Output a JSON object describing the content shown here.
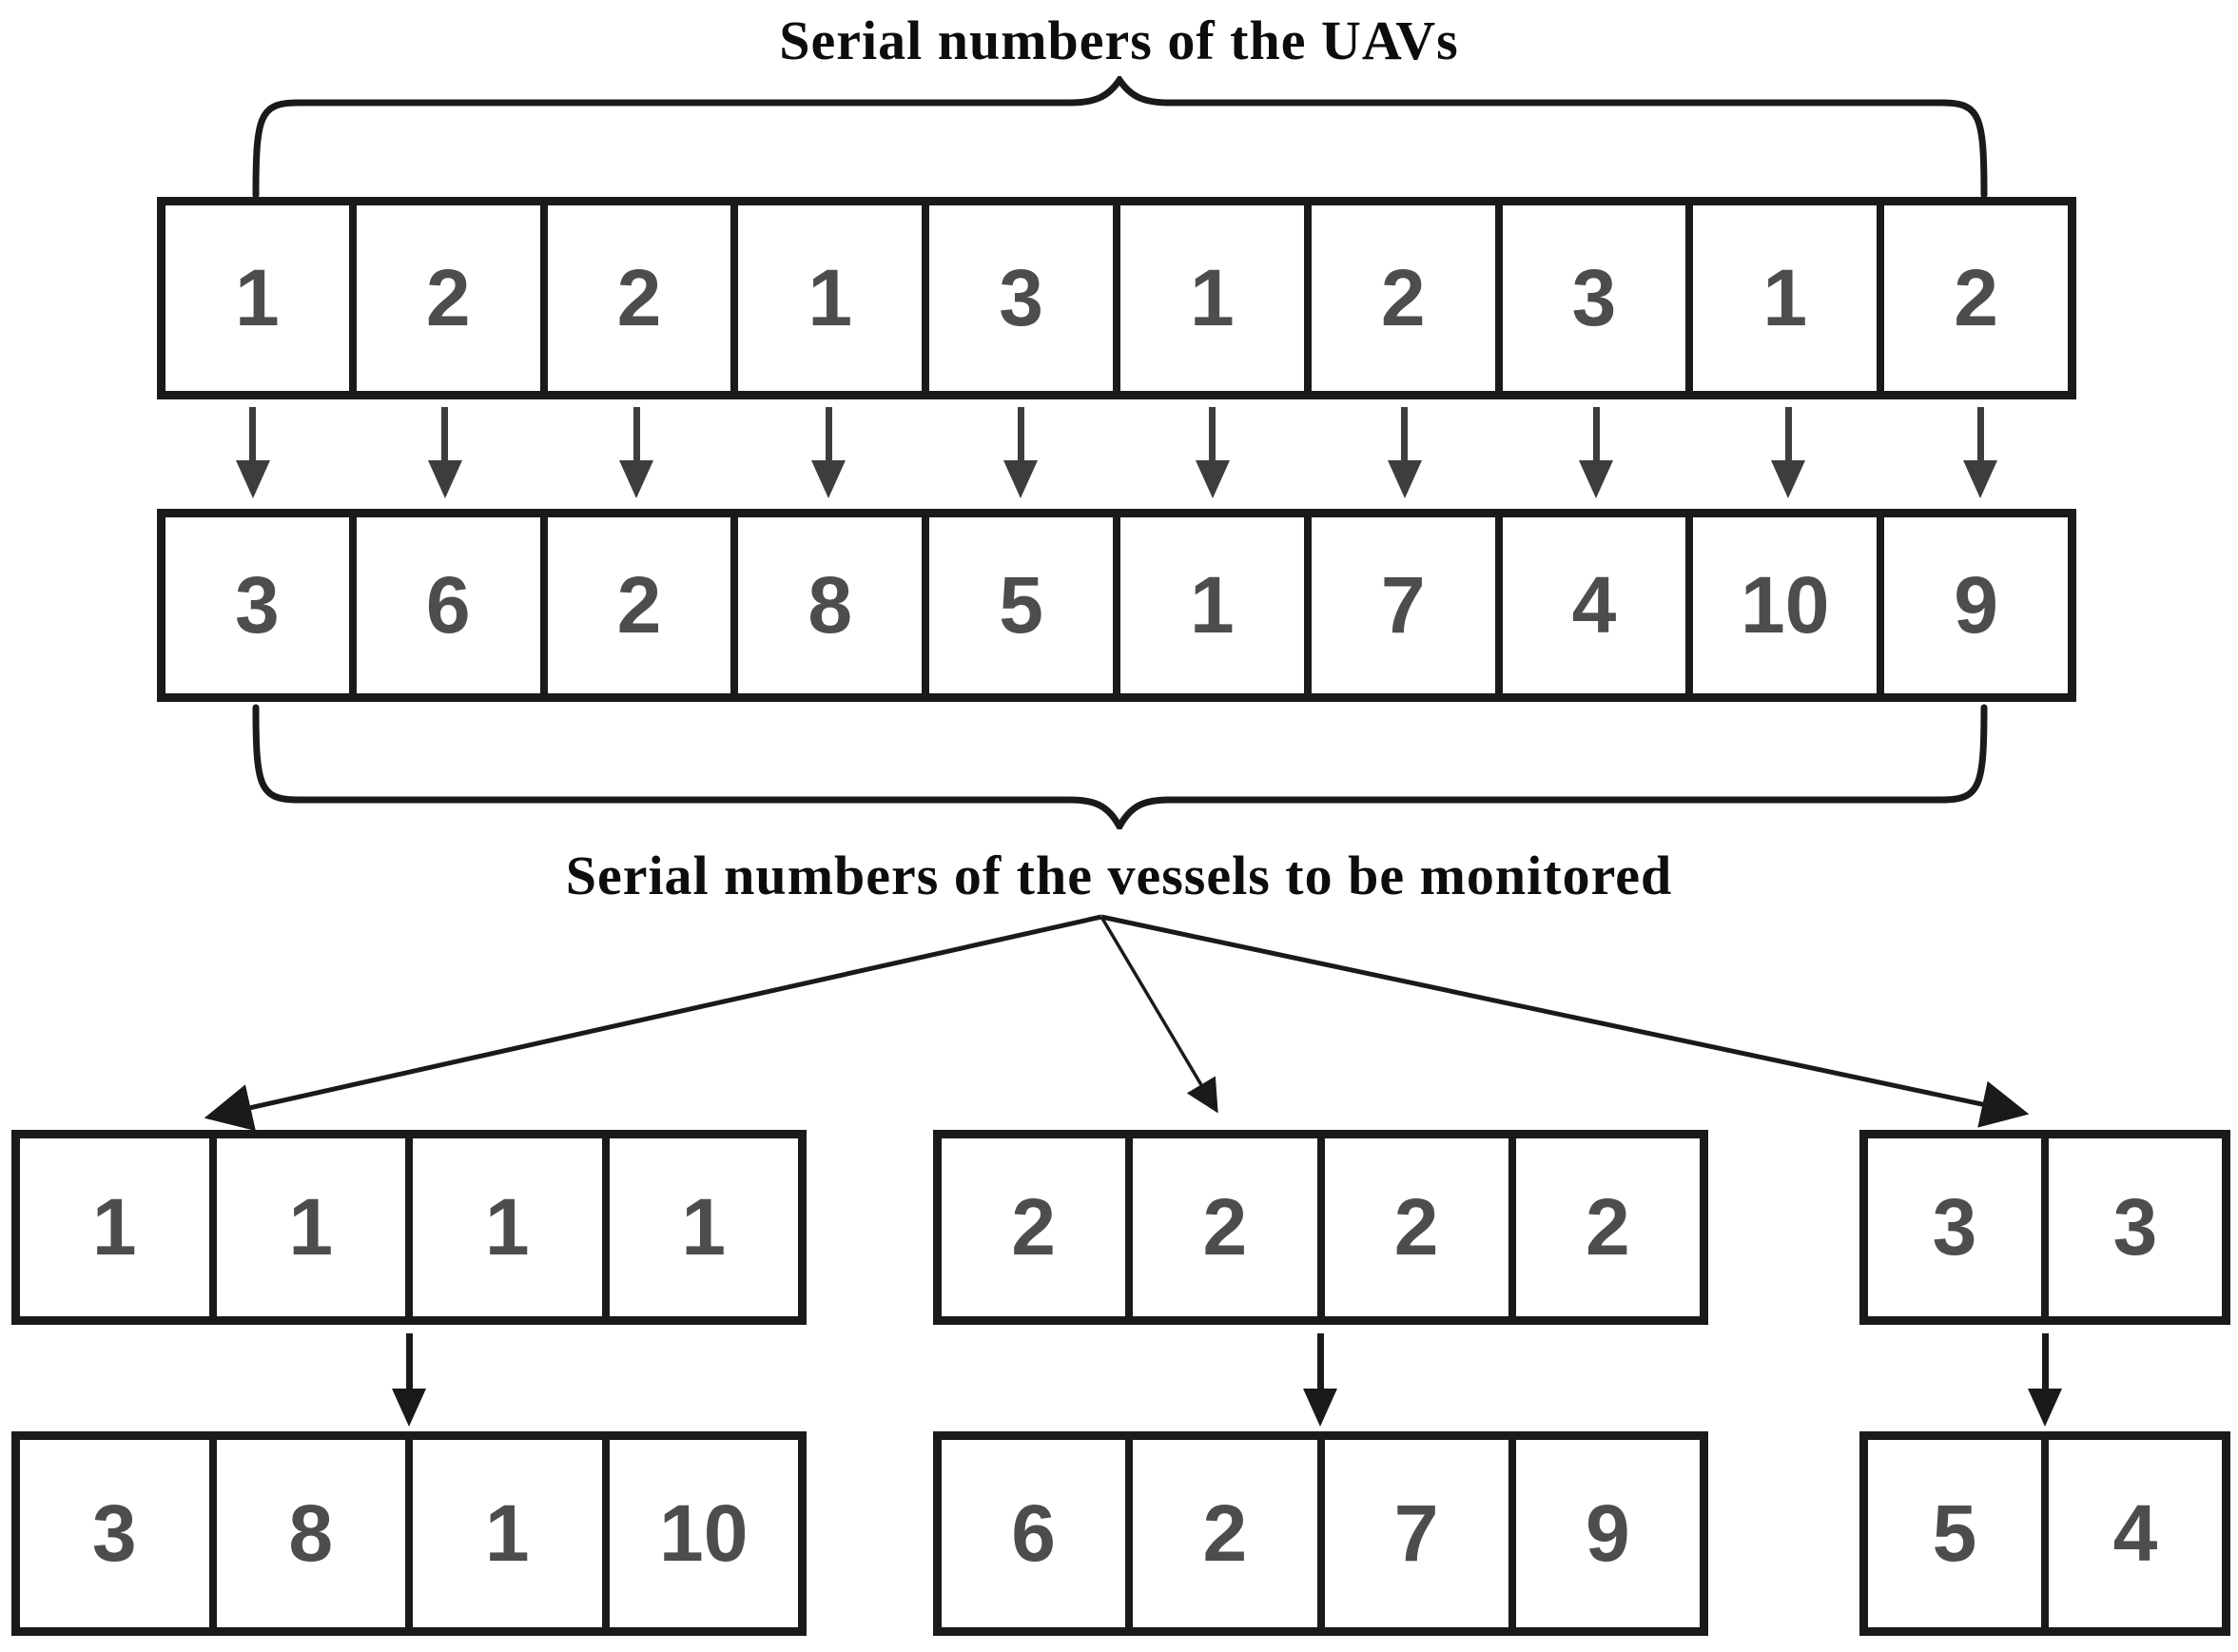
{
  "diagram": {
    "uav_title": "Serial numbers of the UAVs",
    "vessel_title": "Serial numbers of the vessels to be monitored"
  },
  "assignment": {
    "uav_row": [
      "1",
      "2",
      "2",
      "1",
      "3",
      "1",
      "2",
      "3",
      "1",
      "2"
    ],
    "vessel_row": [
      "3",
      "6",
      "2",
      "8",
      "5",
      "1",
      "7",
      "4",
      "10",
      "9"
    ]
  },
  "groups": {
    "uav1": {
      "uav_cells": [
        "1",
        "1",
        "1",
        "1"
      ],
      "vessel_cells": [
        "3",
        "8",
        "1",
        "10"
      ]
    },
    "uav2": {
      "uav_cells": [
        "2",
        "2",
        "2",
        "2"
      ],
      "vessel_cells": [
        "6",
        "2",
        "7",
        "9"
      ]
    },
    "uav3": {
      "uav_cells": [
        "3",
        "3"
      ],
      "vessel_cells": [
        "5",
        "4"
      ]
    }
  },
  "colors": {
    "background": "#ffffff",
    "border": "#1a1a1a",
    "digit": "#4d4d4d",
    "arrow_gray": "#3d3d3d",
    "arrow_black": "#1a1a1a"
  }
}
